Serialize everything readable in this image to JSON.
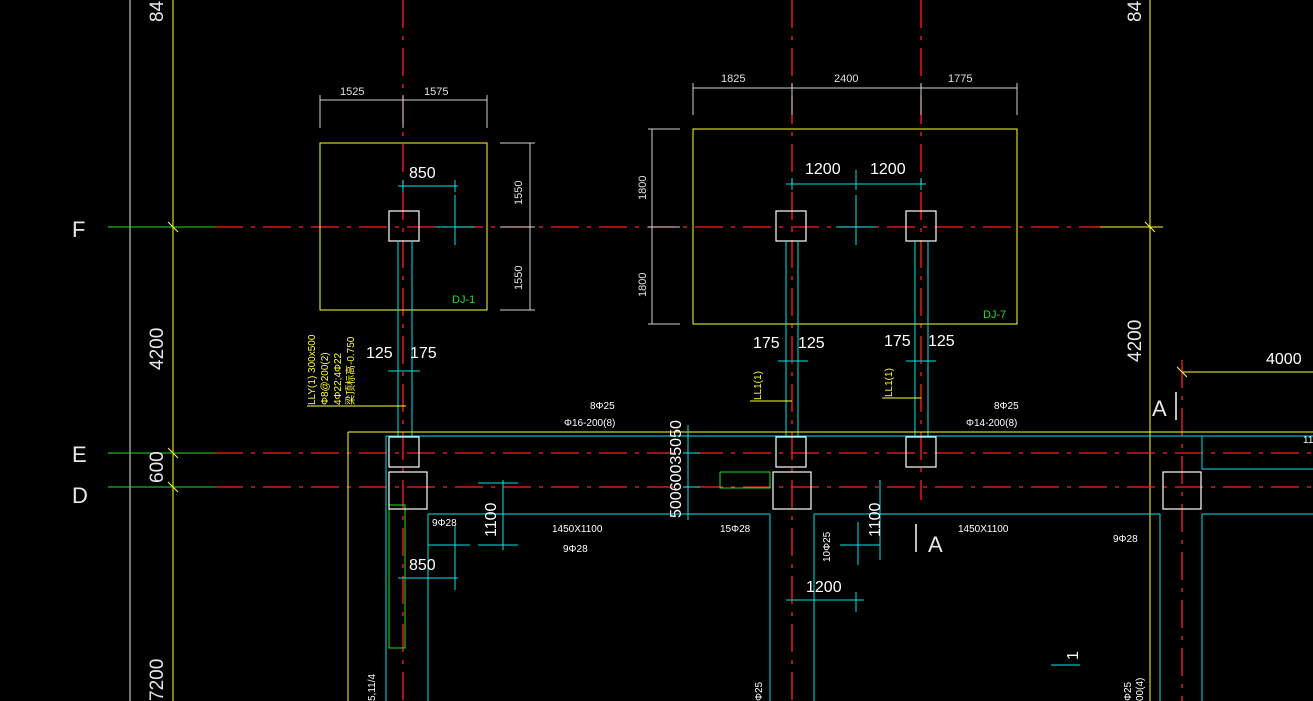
{
  "drawing": {
    "grid_labels": {
      "F": "F",
      "E": "E",
      "D": "D"
    },
    "axis_dims_left": {
      "top": "84",
      "mid": "4200",
      "ed": "600",
      "bottom": "7200"
    },
    "axis_dims_right": {
      "top": "84",
      "mid": "4200"
    },
    "footing_1": {
      "label": "DJ-1",
      "top_dims": [
        "1525",
        "1575"
      ],
      "right_dims": [
        "1550",
        "1550"
      ],
      "col_offset": "850"
    },
    "footing_7": {
      "label": "DJ-7",
      "top_dims": [
        "1825",
        "2400",
        "1775"
      ],
      "left_dims": [
        "1800",
        "1800"
      ],
      "col_offsets": [
        "1200",
        "1200"
      ]
    },
    "beam_offsets": {
      "left": [
        "125",
        "175"
      ],
      "mid": [
        "175",
        "125"
      ],
      "right": [
        "175",
        "125"
      ]
    },
    "ll_annotation": [
      "LLY(1) 300x500",
      "Φ8@200(2)",
      "4Φ22;4Φ22",
      "梁顶标高-0.750"
    ],
    "ll_tags": [
      "LL1(1)",
      "LL1(1)"
    ],
    "beam_notes": {
      "left_top": "8Φ25",
      "left_bot": "Φ16-200(8)",
      "right_top": "8Φ25",
      "right_bot": "Φ14-200(8)"
    },
    "stacked_dims": "50060035050",
    "section_label": "A",
    "section_label_2": "A",
    "dim_4000": "4000",
    "lower": {
      "left_rebar_1": "9Φ28",
      "left_size": "1450X1100",
      "left_rebar_2": "9Φ28",
      "dim_1100_left": "1100",
      "mid_rebar": "15Φ28",
      "dim_1100_mid": "1100",
      "side_rebar": "10Φ25",
      "right_size": "1450X1100",
      "right_rebar": "9Φ28",
      "dim_850": "850",
      "dim_1200": "1200",
      "mark_1": "1",
      "bottom_left": "5,11/4",
      "bottom_mid": "Φ25",
      "bottom_right_1": "Φ25",
      "bottom_right_2": "00(4)",
      "right_edge": "11"
    }
  }
}
